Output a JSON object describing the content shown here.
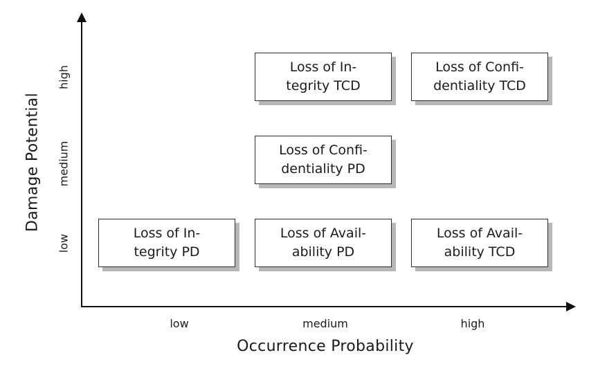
{
  "chart_data": {
    "type": "table",
    "title": "",
    "xlabel": "Occurrence Probability",
    "ylabel": "Damage Potential",
    "x_categories": [
      "low",
      "medium",
      "high"
    ],
    "y_categories": [
      "low",
      "medium",
      "high"
    ],
    "grid": false,
    "legend": "none",
    "cells": [
      {
        "x": "medium",
        "y": "high",
        "name": "box-integrity-tcd",
        "line1": "Loss of In-",
        "line2": "tegrity TCD"
      },
      {
        "x": "high",
        "y": "high",
        "name": "box-confidentiality-tcd",
        "line1": "Loss of Confi-",
        "line2": "dentiality TCD"
      },
      {
        "x": "medium",
        "y": "medium",
        "name": "box-confidentiality-pd",
        "line1": "Loss of Confi-",
        "line2": "dentiality PD"
      },
      {
        "x": "low",
        "y": "low",
        "name": "box-integrity-pd",
        "line1": "Loss of In-",
        "line2": "tegrity PD"
      },
      {
        "x": "medium",
        "y": "low",
        "name": "box-availability-pd",
        "line1": "Loss of Avail-",
        "line2": "ability PD"
      },
      {
        "x": "high",
        "y": "low",
        "name": "box-availability-tcd",
        "line1": "Loss of Avail-",
        "line2": "ability TCD"
      }
    ]
  },
  "axes": {
    "y": {
      "title": "Damage Potential",
      "ticks": {
        "high": "high",
        "medium": "medium",
        "low": "low"
      }
    },
    "x": {
      "title": "Occurrence Probability",
      "ticks": {
        "low": "low",
        "medium": "medium",
        "high": "high"
      }
    }
  },
  "colors": {
    "background": "#ffffff",
    "axis": "#111111",
    "box_border": "#2b2b2b",
    "box_fill": "#ffffff",
    "box_shadow": "#b7b7b7",
    "text": "#1a1a1a"
  }
}
